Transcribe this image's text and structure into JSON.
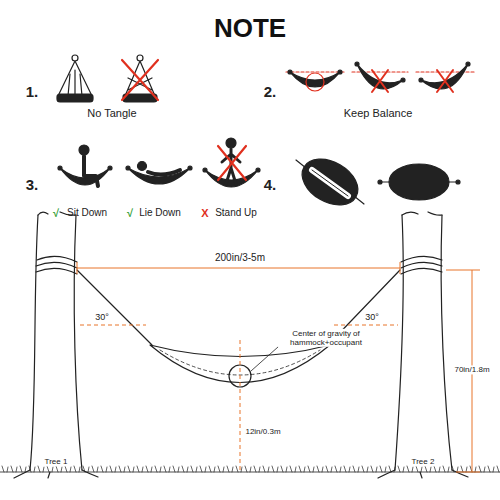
{
  "diagram": {
    "title": "NOTE",
    "labels": [
      "1.",
      "No Tangle",
      "2.",
      "Keep Balance",
      "3.",
      "√",
      "Sit Down",
      "√",
      "Lie Down",
      "X",
      "Stand Up",
      "4.",
      "200in/3-5m",
      "30°",
      "30°",
      "Center of gravity of hammock+occupant",
      "70in/1.8m",
      "12in/0.3m",
      "Tree 1",
      "Tree 2"
    ]
  }
}
